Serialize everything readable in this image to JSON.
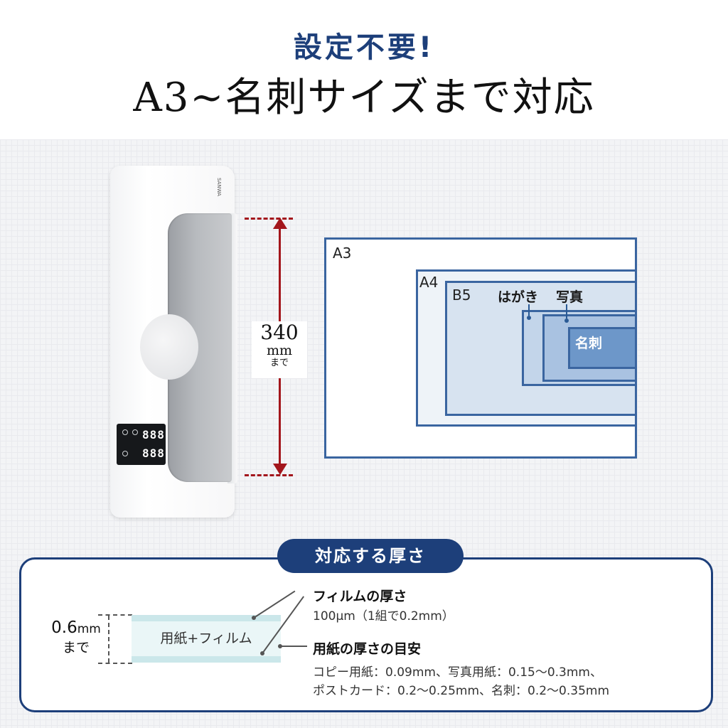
{
  "header": {
    "subtitle": "設定不要!",
    "title": "A3~名刺サイズまで対応"
  },
  "device": {
    "brand": "SANWA",
    "display_top": "888",
    "display_bottom": "888"
  },
  "dimension": {
    "number": "340",
    "unit": "mm",
    "suffix": "まで"
  },
  "paper_sizes": {
    "a3": "A3",
    "a4": "A4",
    "b5": "B5",
    "hagaki": "はがき",
    "photo": "写真",
    "meishi": "名刺"
  },
  "thickness": {
    "heading": "対応する厚さ",
    "max_value": "0.6",
    "max_unit": "mm",
    "max_suffix": "まで",
    "strip_label": "用紙+フィルム",
    "film_title": "フィルムの厚さ",
    "film_text": "100μm（1組で0.2mm）",
    "paper_title": "用紙の厚さの目安",
    "paper_text_1": "コピー用紙：0.09mm、写真用紙：0.15〜0.3mm、",
    "paper_text_2": "ポストカード：0.2〜0.25mm、名刺：0.2〜0.35mm"
  }
}
